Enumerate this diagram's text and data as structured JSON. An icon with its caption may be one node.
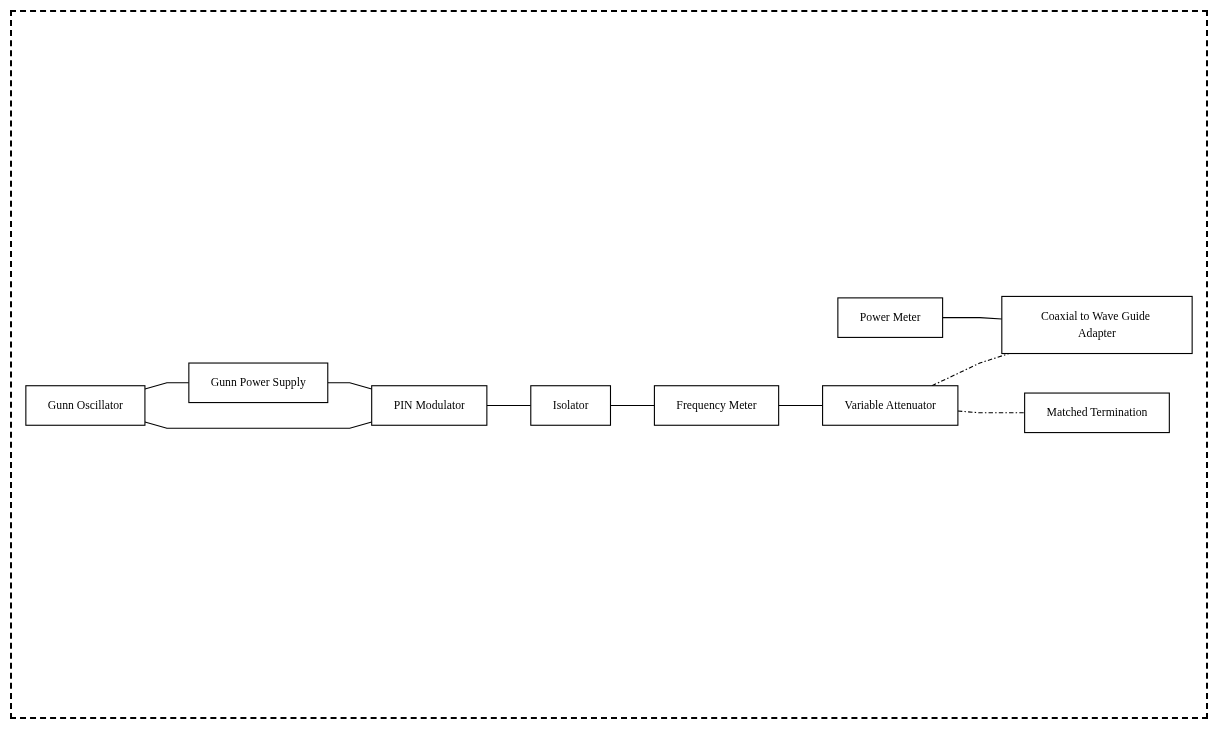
{
  "diagram": {
    "nodes": [
      {
        "text": [
          "Gunn Oscillator"
        ]
      },
      {
        "text": [
          "PIN Modulator"
        ]
      },
      {
        "text": [
          "Isolator"
        ]
      },
      {
        "text": [
          "Frequency Meter"
        ]
      },
      {
        "text": [
          "Gunn Power Supply"
        ]
      },
      {
        "text": [
          "Variable Attenuator"
        ]
      },
      {
        "text": [
          "Power Meter"
        ]
      },
      {
        "text": [
          "Coaxial to Wave Guide Adapter"
        ]
      },
      {
        "text": [
          "Matched Termination"
        ]
      }
    ],
    "edges": [
      {
        "from": 0,
        "to": 1,
        "arrow": "none"
      },
      {
        "from": 0,
        "to": 4,
        "arrow": "none"
      },
      {
        "from": 4,
        "to": 1,
        "arrow": "none"
      },
      {
        "from": 1,
        "to": 2,
        "arrow": "none"
      },
      {
        "from": 2,
        "to": 3,
        "arrow": "none"
      },
      {
        "from": 3,
        "to": 5,
        "arrow": "none"
      },
      {
        "from": 5,
        "to": 7,
        "arrow": "none",
        "style": "dashed"
      },
      {
        "from": 5,
        "to": 8,
        "arrow": "none",
        "style": "dashed"
      },
      {
        "from": 6,
        "to": 7,
        "arrow": "none"
      }
    ]
  }
}
